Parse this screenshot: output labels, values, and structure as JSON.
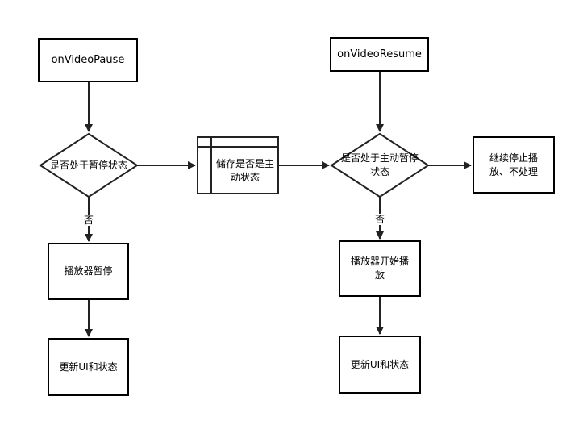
{
  "pause_flow": {
    "start": "onVideoPause",
    "decision": "是否处于暂停状态",
    "no_label": "否",
    "action1": "播放器暂停",
    "action2": "更新UI和状态"
  },
  "store": {
    "label": "储存是否是主动状态"
  },
  "resume_flow": {
    "start": "onVideoResume",
    "decision": "是否处于主动暂停状态",
    "no_label": "否",
    "yes_result": "继续停止播放、不处理",
    "action1": "播放器开始播放",
    "action2": "更新UI和状态"
  }
}
